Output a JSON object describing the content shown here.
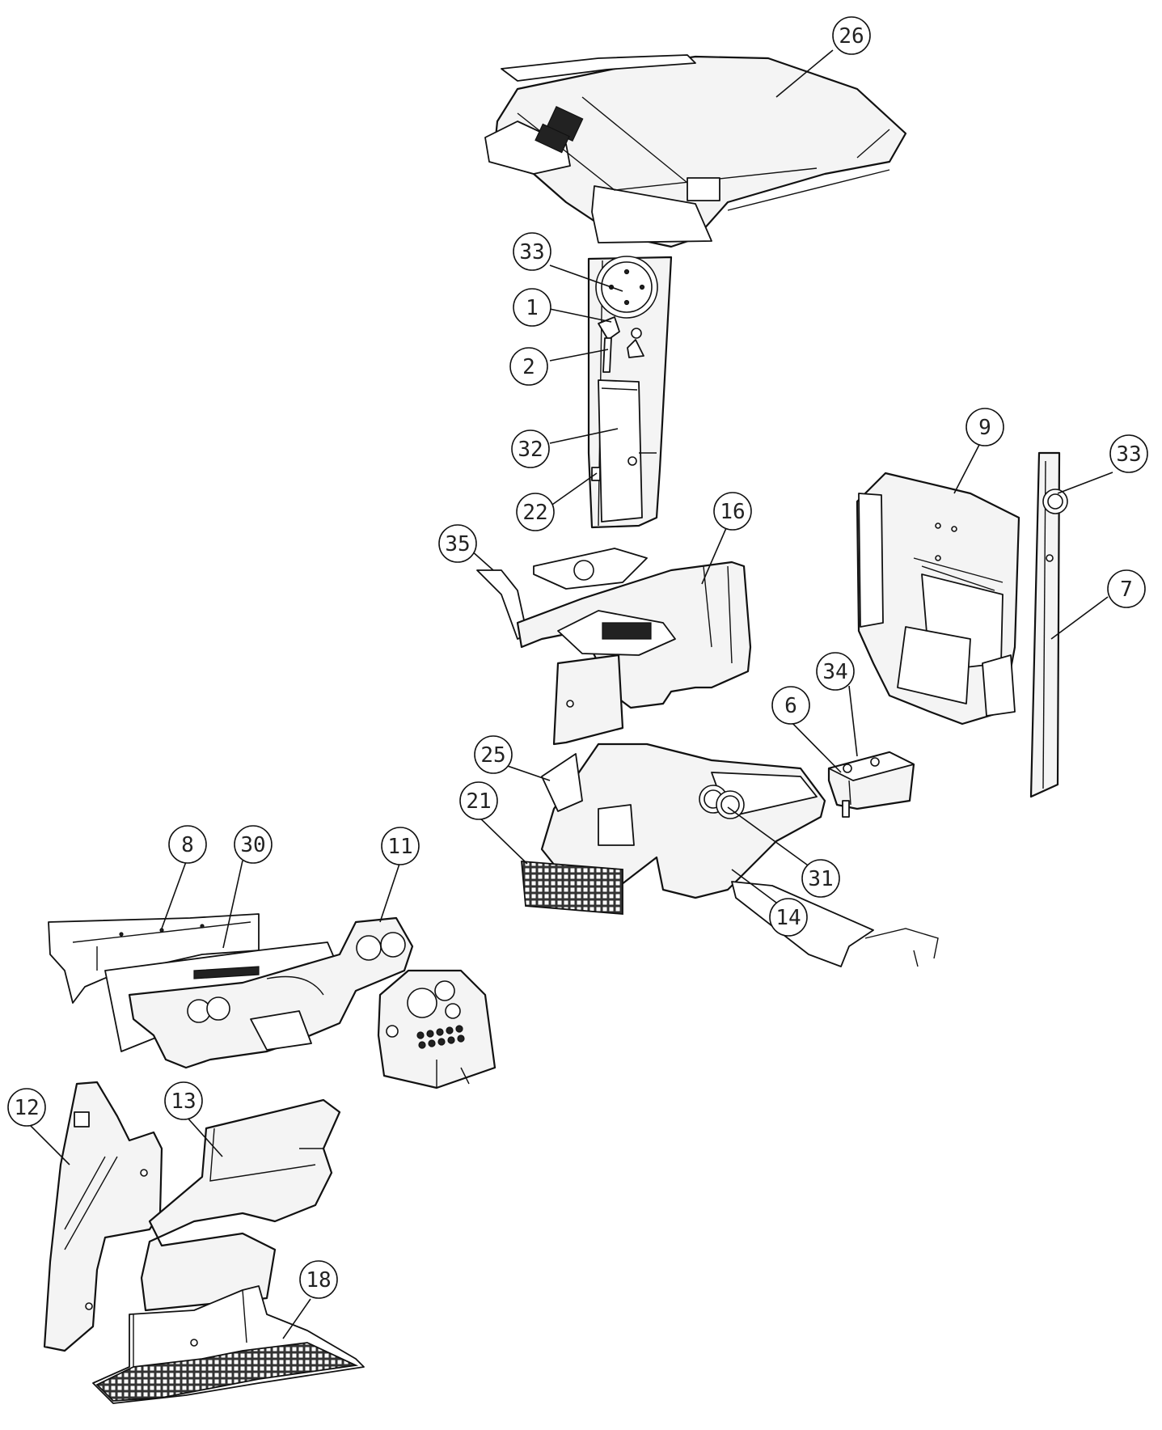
{
  "callouts": [
    {
      "label": "26"
    },
    {
      "label": "33"
    },
    {
      "label": "1"
    },
    {
      "label": "2"
    },
    {
      "label": "32"
    },
    {
      "label": "22"
    },
    {
      "label": "9"
    },
    {
      "label": "33"
    },
    {
      "label": "7"
    },
    {
      "label": "16"
    },
    {
      "label": "35"
    },
    {
      "label": "34"
    },
    {
      "label": "6"
    },
    {
      "label": "25"
    },
    {
      "label": "21"
    },
    {
      "label": "31"
    },
    {
      "label": "14"
    },
    {
      "label": "8"
    },
    {
      "label": "30"
    },
    {
      "label": "11"
    },
    {
      "label": "12"
    },
    {
      "label": "13"
    },
    {
      "label": "18"
    }
  ]
}
